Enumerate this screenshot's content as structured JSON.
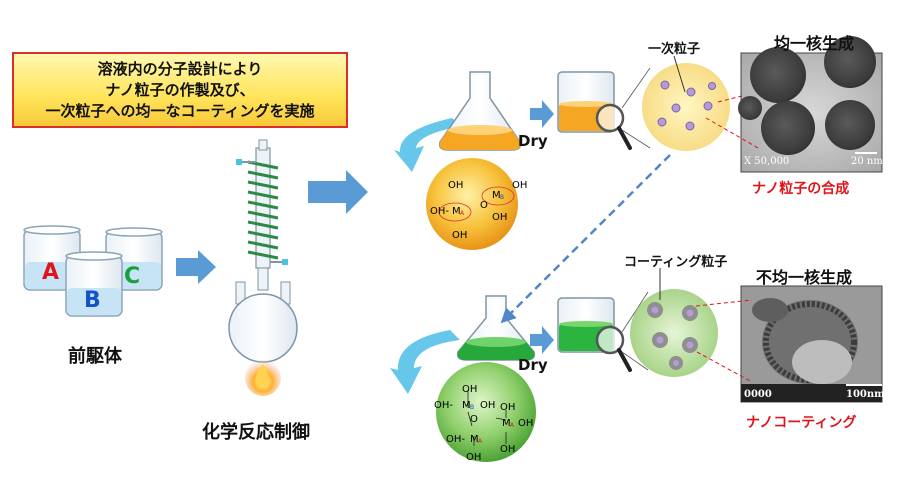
{
  "banner": {
    "line1": "溶液内の分子設計により",
    "line2": "ナノ粒子の作製及び、",
    "line3": "一次粒子への均一なコーティングを実施"
  },
  "precursor": {
    "beaker_a": "A",
    "beaker_b": "B",
    "beaker_c": "C",
    "label": "前駆体"
  },
  "reaction_label": "化学反応制御",
  "top_route": {
    "dry_label": "Dry",
    "particle_label": "一次粒子",
    "tem_title": "均一核生成",
    "tem_scale_left": "X 50,000",
    "tem_scale_right": "20 nm",
    "result_label": "ナノ粒子の合成"
  },
  "bottom_route": {
    "dry_label": "Dry",
    "particle_label": "コーティング粒子",
    "tem_title": "不均一核生成",
    "tem_scale_left": "0000",
    "tem_scale_right": "100nm",
    "result_label": "ナノコーティング"
  },
  "molecule_top": {
    "oh": "OH",
    "oh_dash": "OH-",
    "bond_o": "O",
    "metal": "M",
    "sub_a": "A",
    "sub_b": "B"
  },
  "colors": {
    "accent_red": "#e1141b",
    "arrow_blue": "#5b9bd5",
    "orange": "#f5a623",
    "green": "#3fb94a"
  }
}
